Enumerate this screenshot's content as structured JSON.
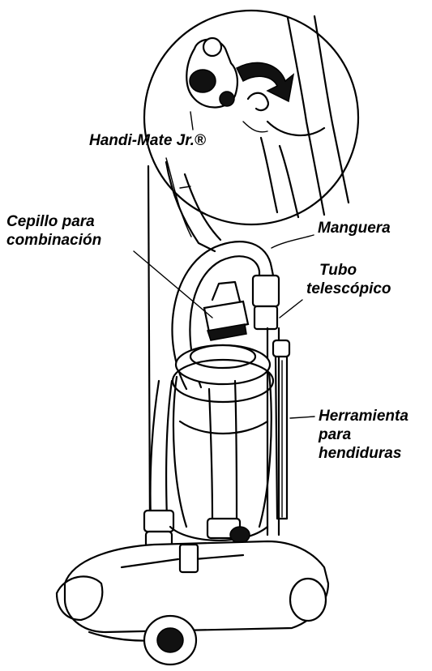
{
  "labels": {
    "handimate": "Handi-Mate Jr.®",
    "cepillo_line1": "Cepillo para",
    "cepillo_line2": "combinación",
    "manguera": "Manguera",
    "tubo_line1": "Tubo",
    "tubo_line2": "telescópico",
    "herramienta_line1": "Herramienta",
    "herramienta_line2": "para",
    "herramienta_line3": "hendiduras"
  }
}
